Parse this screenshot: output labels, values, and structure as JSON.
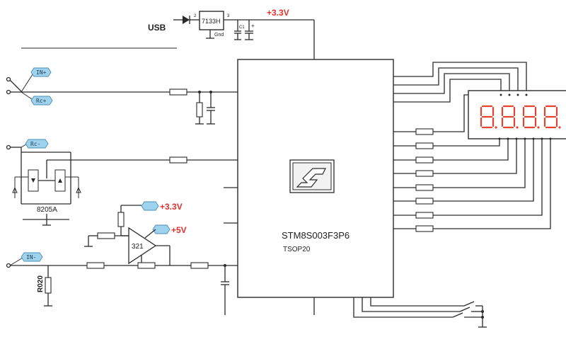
{
  "labels": {
    "usb": "USB",
    "regulator": "7133H",
    "reg_pin_in": "2",
    "reg_pin_out": "3",
    "reg_gnd": "Gnd",
    "cap_c1": "C1",
    "rail_33_top": "+3.3V",
    "rail_33_opamp": "+3.3V",
    "rail_5v": "+5V",
    "mcu_name": "STM8S003F3P6",
    "mcu_package": "TSOP20",
    "mosfet": "8205A",
    "opamp": "321",
    "shunt": "R020"
  },
  "tags": {
    "in_plus": "IN+",
    "rc_plus": "Rc+",
    "rc_minus": "Rc-",
    "in_minus": "IN-"
  },
  "colors": {
    "wire": "#2a2a2a",
    "rail_label": "#e0312e",
    "tag_fill": "#9fd2ec",
    "display_segments": "#e8412e"
  },
  "icons": {
    "st_logo": "st-logo-icon",
    "display": "seven-segment-display-icon"
  }
}
